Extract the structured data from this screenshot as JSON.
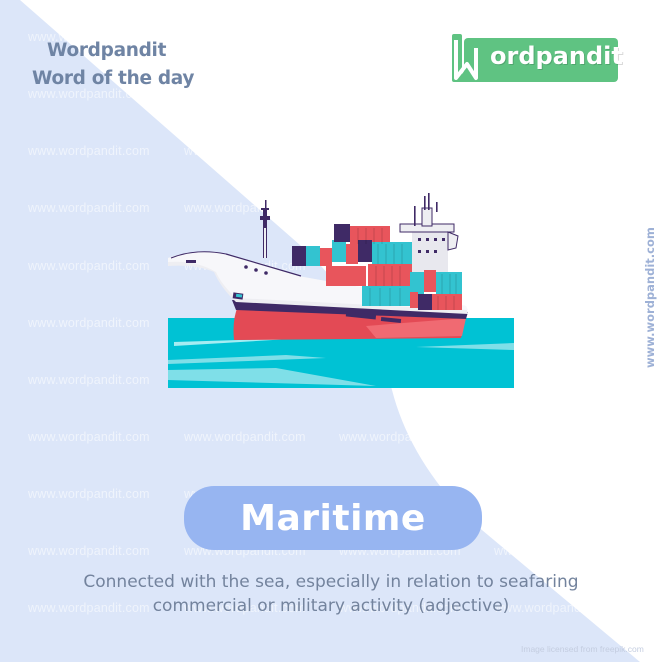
{
  "header": {
    "brand_title": "Wordpandit",
    "brand_subtitle": "Word of the day",
    "logo_text": "ordpandit",
    "logo_initial_icon": "bookmark-w-icon"
  },
  "side_url": "www.wordpandit.com",
  "watermark_text": "www.wordpandit.com",
  "illustration": {
    "subject": "container-ship-icon",
    "description": "Cargo ship with stacked containers on turquoise sea"
  },
  "word": {
    "term": "Maritime",
    "definition_line1": "Connected with the sea, especially in relation to seafaring",
    "definition_line2": "commercial or military activity (adjective)"
  },
  "credit": "Image licensed from freepik.com",
  "colors": {
    "background": "#ffffff",
    "shape_light_blue": "#dce6f9",
    "brand_text": "#6f84a4",
    "logo_green": "#5fc382",
    "pill_blue": "#97b5f1",
    "definition_text": "#73839d",
    "sea": "#00c2d4",
    "hull_red": "#e34a55",
    "container_teal": "#33c3d0",
    "container_red": "#e8555c",
    "ship_purple": "#3f2a66"
  }
}
